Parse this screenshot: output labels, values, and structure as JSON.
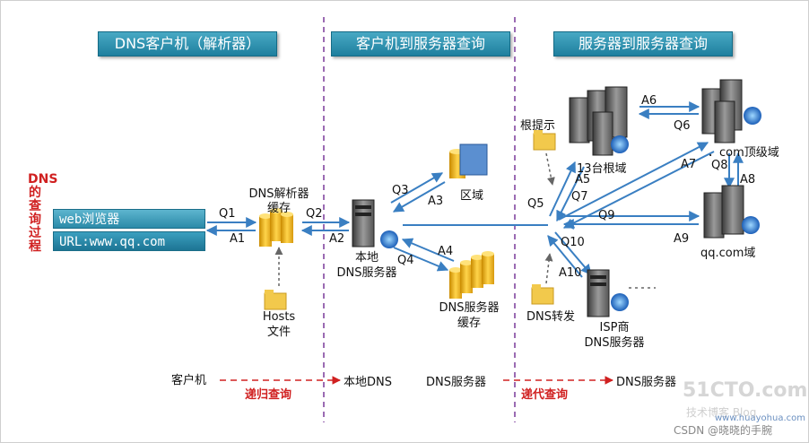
{
  "headers": {
    "client": "DNS客户机（解析器）",
    "c2s": "客户机到服务器查询",
    "s2s": "服务器到服务器查询"
  },
  "vertical_title": "DNS的查询过程",
  "browser": {
    "line1": "web浏览器",
    "line2": "URL:www.qq.com"
  },
  "nodes": {
    "resolver_cache": "DNS解析器\n缓存",
    "hosts": "Hosts\n文件",
    "local_dns": "本地\nDNS服务器",
    "zone": "区域",
    "dns_cache": "DNS服务器\n缓存",
    "root_hint": "根提示",
    "root": "13台根域",
    "com": "．com顶级域",
    "qq": "qq.com域",
    "forward": "DNS转发",
    "isp": "ISP商\nDNS服务器"
  },
  "arrows": {
    "q1": "Q1",
    "a1": "A1",
    "q2": "Q2",
    "a2": "A2",
    "q3": "Q3",
    "a3": "A3",
    "q4": "Q4",
    "a4": "A4",
    "q5": "Q5",
    "a5": "A5",
    "q6": "Q6",
    "a6": "A6",
    "q7": "Q7",
    "a7": "A7",
    "q8": "Q8",
    "a8": "A8",
    "q9": "Q9",
    "a9": "A9",
    "q10": "Q10",
    "a10": "A10"
  },
  "legend": {
    "client": "客户机",
    "recursive": "递归查询",
    "local_dns": "本地DNS",
    "dns_server1": "DNS服务器",
    "iterative": "递代查询",
    "dns_server2": "DNS服务器"
  },
  "watermarks": {
    "site": "51CTO.com",
    "blog": "技术博客  Blog",
    "url": "www.huayohua.com",
    "csdn": "CSDN @晓晓的手腕"
  },
  "colors": {
    "header": "#2e8fae",
    "arrow": "#3a7fc2",
    "divider": "#7a3a9a",
    "accent_red": "#d02020"
  }
}
